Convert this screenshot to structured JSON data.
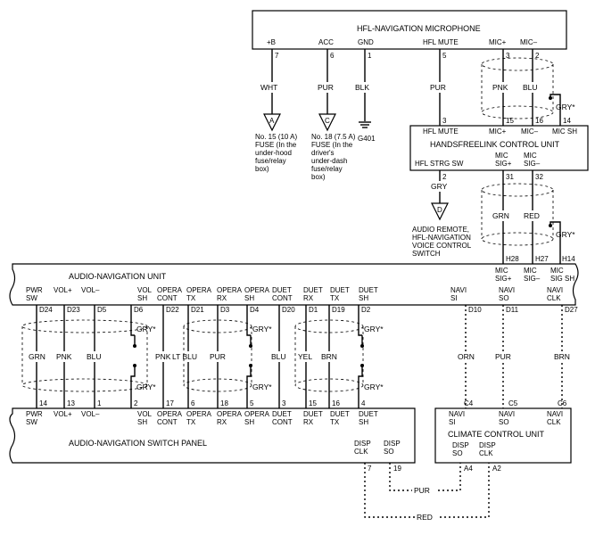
{
  "microphone": {
    "title": "HFL-NAVIGATION MICROPHONE",
    "pins": [
      "+B",
      "ACC",
      "GND",
      "HFL MUTE",
      "MIC+",
      "MIC–"
    ],
    "pin_numbers": [
      "7",
      "6",
      "1",
      "5",
      "3",
      "2"
    ]
  },
  "mic_wires": [
    "WHT",
    "PUR",
    "BLK",
    "PUR",
    "PNK",
    "BLU"
  ],
  "fuse_a": {
    "letter": "A",
    "lines": [
      "No. 15 (10 A)",
      "FUSE (In the",
      "under-hood",
      "fuse/relay",
      "box)"
    ]
  },
  "fuse_c": {
    "letter": "C",
    "lines": [
      "No. 18 (7.5 A)",
      "FUSE (In the",
      "driver's",
      "under-dash",
      "fuse/relay",
      "box)"
    ]
  },
  "ground": "G401",
  "gry_star": "GRY*",
  "hfl_unit": {
    "title": "HANDSFREELINK CONTROL UNIT",
    "top_pins": [
      "3",
      "15",
      "16",
      "14"
    ],
    "top_labels": [
      "HFL MUTE",
      "MIC+",
      "MIC–",
      "MIC SH"
    ],
    "strg_label": "HFL STRG SW",
    "sig_plus": [
      "MIC",
      "SIG+"
    ],
    "sig_minus": [
      "MIC",
      "SIG–"
    ],
    "bottom_pins": [
      "2",
      "31",
      "32"
    ]
  },
  "strg_wire": "GRY",
  "audio_remote": {
    "letter": "D",
    "lines": [
      "AUDIO REMOTE,",
      "HFL-NAVIGATION",
      "VOICE CONTROL",
      "SWITCH"
    ]
  },
  "hfl_wires": [
    "GRN",
    "RED"
  ],
  "nav_unit": {
    "title": "AUDIO-NAVIGATION UNIT",
    "top_pins": [
      "H28",
      "H27",
      "H14"
    ],
    "top_labels": [
      [
        "MIC",
        "SIG+"
      ],
      [
        "MIC",
        "SIG–"
      ],
      [
        "MIC",
        "SIG SH"
      ]
    ],
    "labels": [
      [
        "PWR",
        "SW"
      ],
      [
        "VOL+",
        ""
      ],
      [
        "VOL–",
        ""
      ],
      [
        "VOL",
        "SH"
      ],
      [
        "OPERA",
        "CONT"
      ],
      [
        "OPERA",
        "TX"
      ],
      [
        "OPERA",
        "RX"
      ],
      [
        "OPERA",
        "SH"
      ],
      [
        "DUET",
        "CONT"
      ],
      [
        "DUET",
        "RX"
      ],
      [
        "DUET",
        "TX"
      ],
      [
        "DUET",
        "SH"
      ],
      [
        "NAVI",
        "SI"
      ],
      [
        "NAVI",
        "SO"
      ],
      [
        "NAVI",
        "CLK"
      ]
    ],
    "pins": [
      "D24",
      "D23",
      "D5",
      "D6",
      "D22",
      "D21",
      "D3",
      "D4",
      "D20",
      "D1",
      "D19",
      "D2",
      "D10",
      "D11",
      "D27"
    ]
  },
  "harness_wires": [
    "GRN",
    "PNK",
    "BLU",
    "PNK",
    "LT BLU",
    "PUR",
    "BLU",
    "YEL",
    "BRN",
    "ORN",
    "PUR",
    "BRN"
  ],
  "switch_panel": {
    "title": "AUDIO-NAVIGATION SWITCH PANEL",
    "labels": [
      [
        "PWR",
        "SW"
      ],
      [
        "VOL+",
        ""
      ],
      [
        "VOL–",
        ""
      ],
      [
        "VOL",
        "SH"
      ],
      [
        "OPERA",
        "CONT"
      ],
      [
        "OPERA",
        "TX"
      ],
      [
        "OPERA",
        "RX"
      ],
      [
        "OPERA",
        "SH"
      ],
      [
        "DUET",
        "CONT"
      ],
      [
        "DUET",
        "RX"
      ],
      [
        "DUET",
        "TX"
      ],
      [
        "DUET",
        "SH"
      ]
    ],
    "pins": [
      "14",
      "13",
      "1",
      "2",
      "17",
      "6",
      "18",
      "5",
      "3",
      "15",
      "16",
      "4"
    ],
    "disp_clk": [
      "DISP",
      "CLK"
    ],
    "disp_so": [
      "DISP",
      "SO"
    ],
    "disp_pins": [
      "7",
      "19"
    ]
  },
  "climate": {
    "title": "CLIMATE CONTROL UNIT",
    "labels": [
      [
        "NAVI",
        "SI"
      ],
      [
        "NAVI",
        "SO"
      ],
      [
        "NAVI",
        "CLK"
      ]
    ],
    "pins": [
      "C4",
      "C5",
      "C6"
    ],
    "disp_so": [
      "DISP",
      "SO"
    ],
    "disp_clk": [
      "DISP",
      "CLK"
    ],
    "disp_pins": [
      "A4",
      "A2"
    ]
  },
  "disp_wires": [
    "PUR",
    "RED"
  ]
}
